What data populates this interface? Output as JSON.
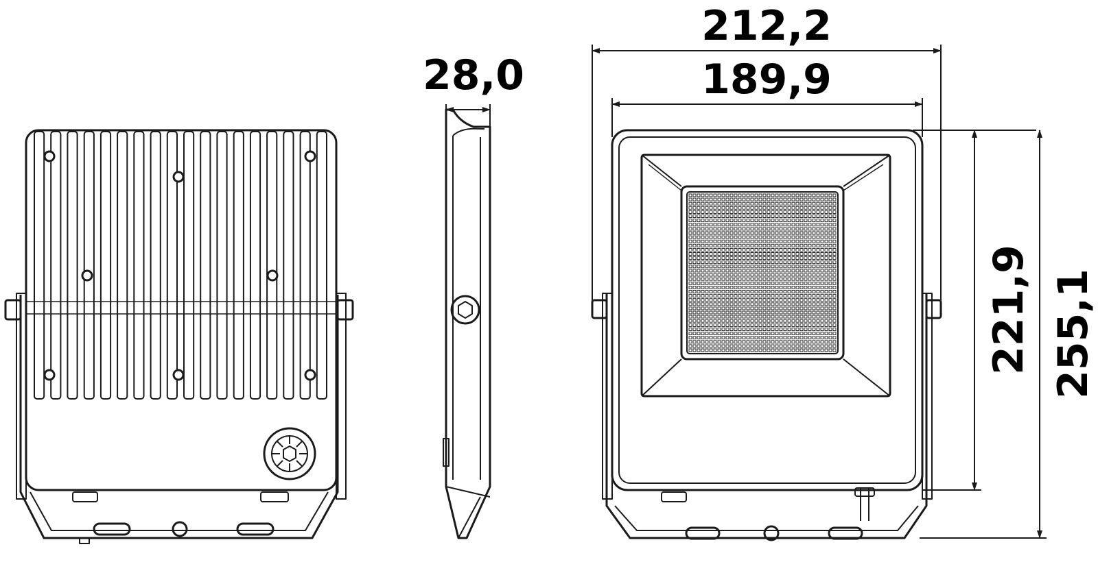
{
  "dimensions": {
    "depth": "28,0",
    "overall_width": "212,2",
    "body_width": "189,9",
    "body_height": "221,9",
    "overall_height": "255,1"
  },
  "colors": {
    "line": "#1a1a1a",
    "background": "#ffffff"
  }
}
